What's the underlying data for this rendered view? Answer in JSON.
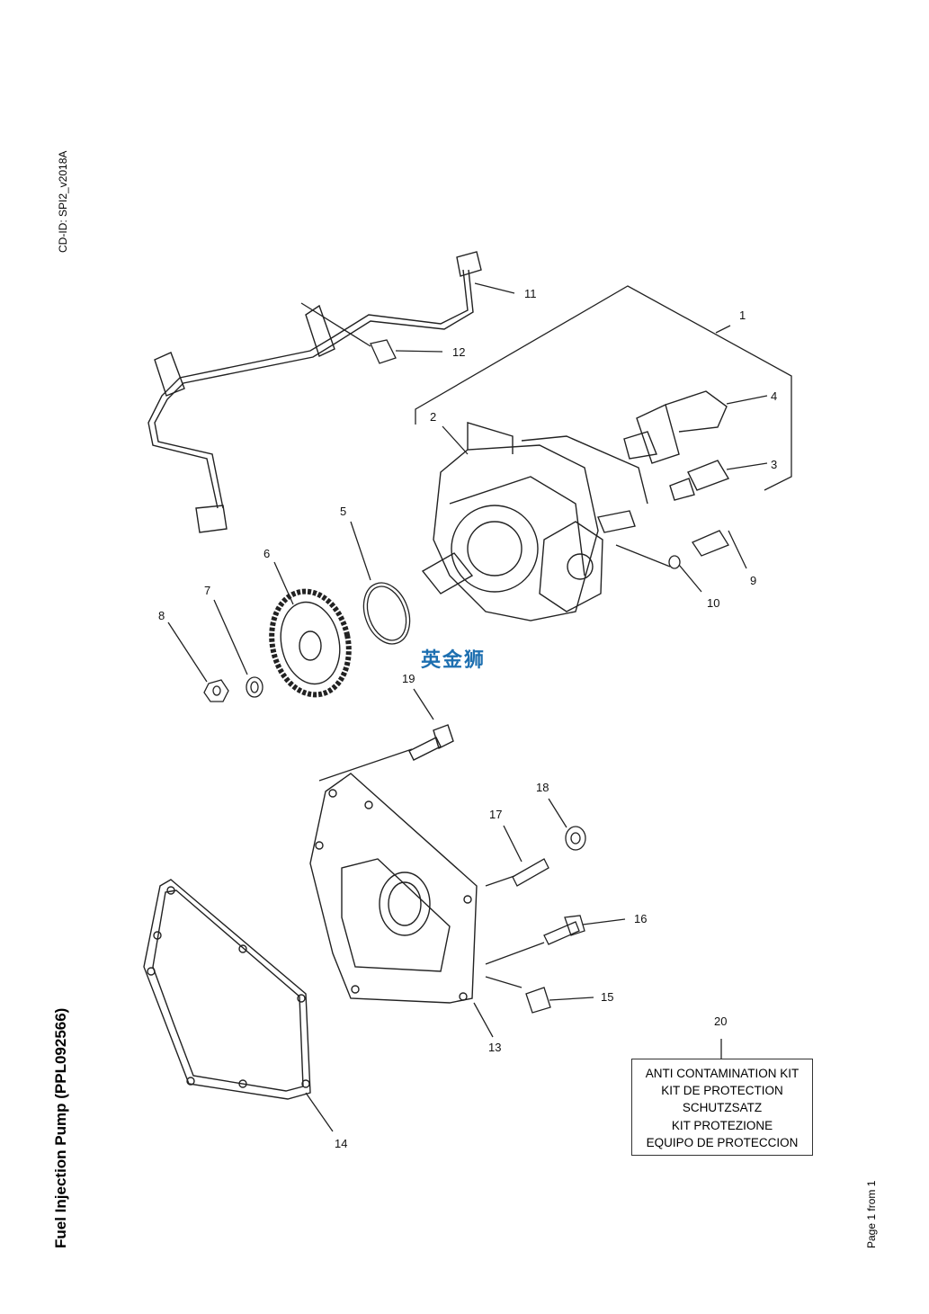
{
  "page": {
    "cd_id": "CD-ID: SPI2_v2018A",
    "title": "Fuel Injection Pump (PPL092566)",
    "page_number": "Page 1 from 1",
    "watermark": "英金狮"
  },
  "callouts": [
    "1",
    "2",
    "3",
    "4",
    "5",
    "6",
    "7",
    "8",
    "9",
    "10",
    "11",
    "12",
    "13",
    "14",
    "15",
    "16",
    "17",
    "18",
    "19",
    "20"
  ],
  "kit_box": {
    "lines": [
      "ANTI CONTAMINATION KIT",
      "KIT DE PROTECTION",
      "SCHUTZSATZ",
      "KIT PROTEZIONE",
      "EQUIPO DE PROTECCION"
    ]
  }
}
